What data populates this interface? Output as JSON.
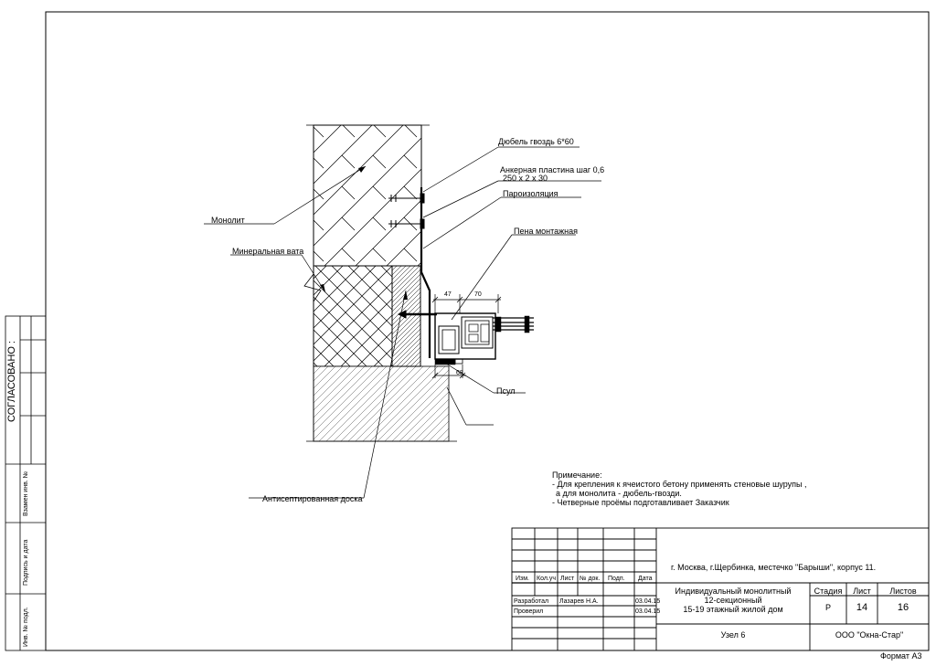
{
  "labels": {
    "dowel": "Дюбель гвоздь 6*60",
    "anchor_plate_1": "Анкерная пластина шаг 0,6",
    "anchor_plate_2": "250 х 2 х 30",
    "vapor_barrier": "Пароизоляция",
    "foam": "Пена монтажная",
    "monolith": "Монолит",
    "mineral_wool": "Минеральная вата",
    "antiseptic_board": "Антисептированная доска",
    "psul": "Псул"
  },
  "dimensions": {
    "d47": "47",
    "d70": "70",
    "d68": "68"
  },
  "note": {
    "title": "Примечание:",
    "line1": "- Для крепления к ячеистого бетону применять стеновые шурупы ,",
    "line2": "а для монолита - дюбель-гвозди.",
    "line3": "- Четверные проёмы подготавливает Заказчик"
  },
  "left_stamp": {
    "agreed": "СОГЛАСОВАНО :",
    "replace_inv": "Взамен инв. №",
    "sign_date": "Подпись и дата",
    "inv_orig": "Инв. № подл."
  },
  "title_block": {
    "address": "г. Москва, г.Щербинка, местечко \"Барыши\", корпус 11.",
    "project_1": "Индивидуальный монолитный",
    "project_2": "12-секционный",
    "project_3": "15-19 этажный жилой дом",
    "sheet_name": "Узел 6",
    "company": "ООО \"Окна-Стар\"",
    "headers": {
      "izm": "Изм.",
      "koluch": "Кол.уч",
      "list": "Лист",
      "ndok": "№ док.",
      "podp": "Подп.",
      "data": "Дата"
    },
    "developed_label": "Разработал",
    "developed_name": "Лазарев Н.А.",
    "developed_date": "03.04.15",
    "checked_label": "Проверил",
    "checked_date": "03.04.15",
    "stage_label": "Стадия",
    "stage_value": "Р",
    "sheet_label": "Лист",
    "sheet_value": "14",
    "sheets_label": "Листов",
    "sheets_value": "16"
  },
  "format": "Формат А3"
}
